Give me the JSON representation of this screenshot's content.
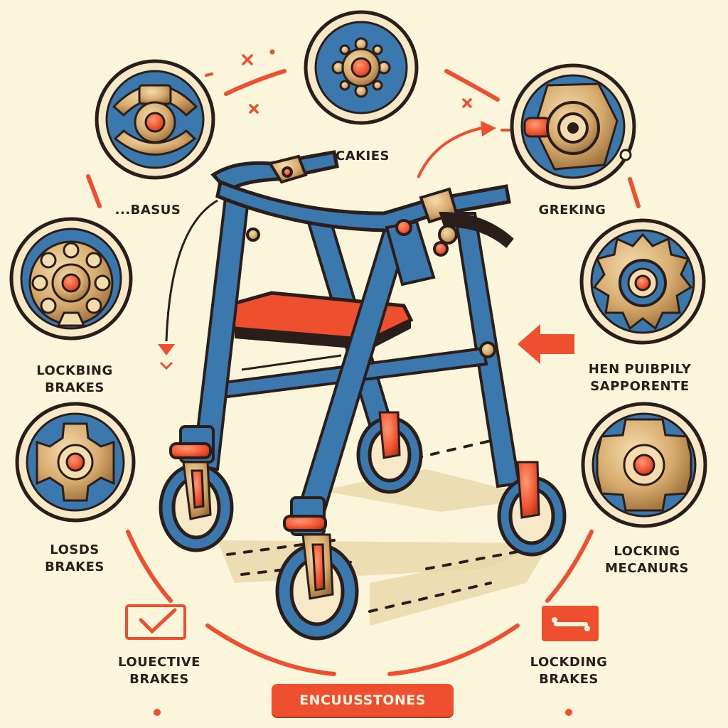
{
  "labels": {
    "top": "CAKIES",
    "upper_left": "...BASUS",
    "upper_right": "GREKING",
    "mid_left": [
      "LOCKBING",
      "BRAKES"
    ],
    "mid_right": [
      "HEN PUIBPILY",
      "SAPPORENTE"
    ],
    "lower_left": [
      "LOSDS",
      "BRAKES"
    ],
    "lower_right": [
      "LOCKING",
      "MECANURS"
    ],
    "bottom_left": [
      "LOUECTIVE",
      "BRAKES"
    ],
    "bottom_right": [
      "LOCKDING",
      "BRAKES"
    ]
  },
  "footer": {
    "badge": "ENCUUSSTONES"
  },
  "icons": {
    "top": "brake-hub-icon",
    "upper_left": "caliper-icon",
    "upper_right": "brake-knob-icon",
    "mid_left": "rotor-icon",
    "mid_right": "gear-icon",
    "lower_left": "cross-hub-icon",
    "lower_right": "cog-icon",
    "bottom_left": "checkbox-icon",
    "bottom_right": "link-icon",
    "main": "rollator-walker-icon"
  },
  "colors": {
    "background": "#fbf5dc",
    "accent": "#ee4f2e",
    "frame_blue": "#3a78ad",
    "outline": "#2b1e1a",
    "metal": "#d9b27a"
  }
}
